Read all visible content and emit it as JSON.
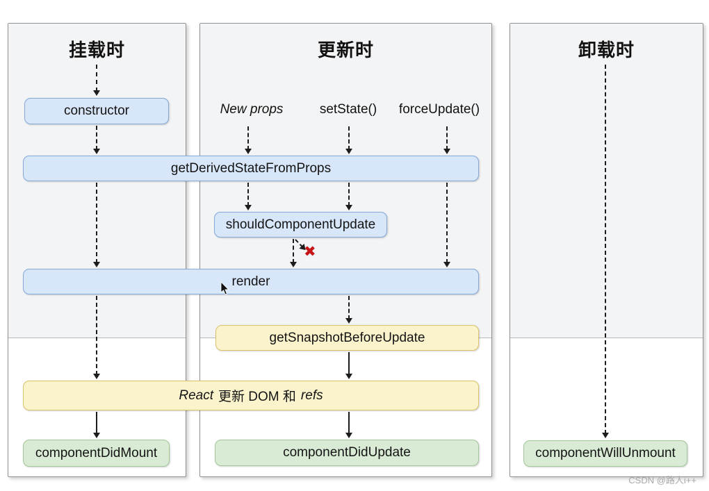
{
  "panels": [
    {
      "id": "mounting",
      "title": "挂载时"
    },
    {
      "id": "updating",
      "title": "更新时"
    },
    {
      "id": "unmounting",
      "title": "卸载时"
    }
  ],
  "update_triggers": [
    {
      "label": "New props"
    },
    {
      "label": "setState()"
    },
    {
      "label": "forceUpdate()"
    }
  ],
  "nodes": {
    "constructor": {
      "label": "constructor",
      "color": "blue"
    },
    "getDerivedStateFromProps": {
      "label": "getDerivedStateFromProps",
      "color": "blue"
    },
    "shouldComponentUpdate": {
      "label": "shouldComponentUpdate",
      "color": "blue"
    },
    "render": {
      "label": "render",
      "color": "blue"
    },
    "getSnapshotBeforeUpdate": {
      "label": "getSnapshotBeforeUpdate",
      "color": "yellow"
    },
    "reactUpdatesDom": {
      "color": "yellow",
      "parts": {
        "react": "React",
        "middle": "更新 DOM 和",
        "refs": "refs"
      }
    },
    "componentDidMount": {
      "label": "componentDidMount",
      "color": "green"
    },
    "componentDidUpdate": {
      "label": "componentDidUpdate",
      "color": "green"
    },
    "componentWillUnmount": {
      "label": "componentWillUnmount",
      "color": "green"
    }
  },
  "markers": {
    "false_branch": "✖"
  },
  "colors": {
    "panel_fill": "#f3f4f5",
    "panel_border": "#8f8f8f",
    "divider": "#b9b9b9",
    "blue_fill": "#d8e6f9",
    "blue_border": "#84a9da",
    "yellow_fill": "#fbf3cc",
    "yellow_border": "#d9c36b",
    "green_fill": "#d9ebd4",
    "green_border": "#a3c79b",
    "false_red": "#c41418",
    "arrow": "#1c1c1c"
  },
  "watermark": "CSDN @路人i++"
}
